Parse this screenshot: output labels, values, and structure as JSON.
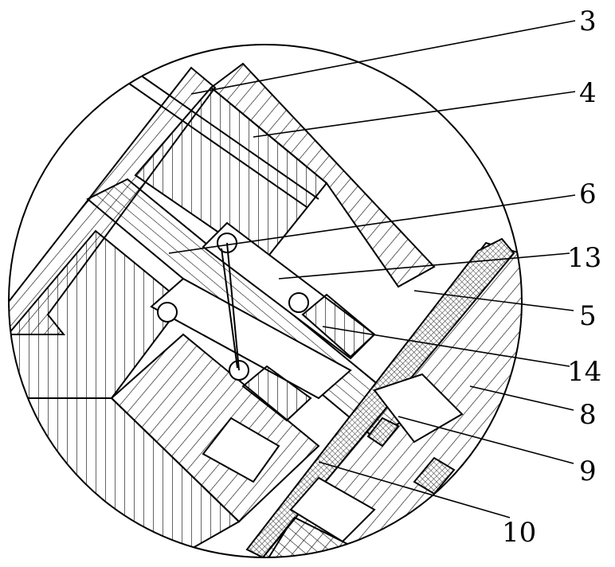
{
  "figure": {
    "labels": {
      "l3": "3",
      "l4": "4",
      "l6": "6",
      "l13": "13",
      "l5": "5",
      "l14": "14",
      "l8": "8",
      "l9": "9",
      "l10": "10"
    },
    "colors": {
      "line": "#000000",
      "background": "#ffffff",
      "mesh": "#555555"
    },
    "hatch_patterns": [
      "diagonal-hatch",
      "vertical-hatch",
      "cross-mesh"
    ]
  }
}
